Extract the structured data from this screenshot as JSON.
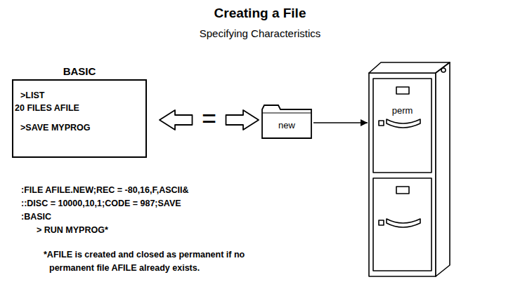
{
  "diagram": {
    "title": "Creating a File",
    "nodes": [
      {
        "text": [
          "BASIC",
          ">LIST",
          "20 FILES AFILE",
          ">SAVE MYPROG"
        ]
      },
      {
        "text": [
          "new"
        ]
      },
      {
        "text": [
          "perm"
        ]
      }
    ],
    "edges": [
      {
        "from": 0,
        "to": 1,
        "arrow": "both",
        "label": "="
      },
      {
        "from": 1,
        "to": 2,
        "arrow": "to"
      }
    ],
    "labels": [
      "Specifying Characteristics",
      ":FILE AFILE.NEW;REC = -80,16,F,ASCII&",
      "::DISC = 10000,10,1;CODE = 987;SAVE",
      ":BASIC",
      "> RUN MYPROG*",
      "*AFILE is created and closed as permanent if no permanent file AFILE already exists."
    ]
  }
}
